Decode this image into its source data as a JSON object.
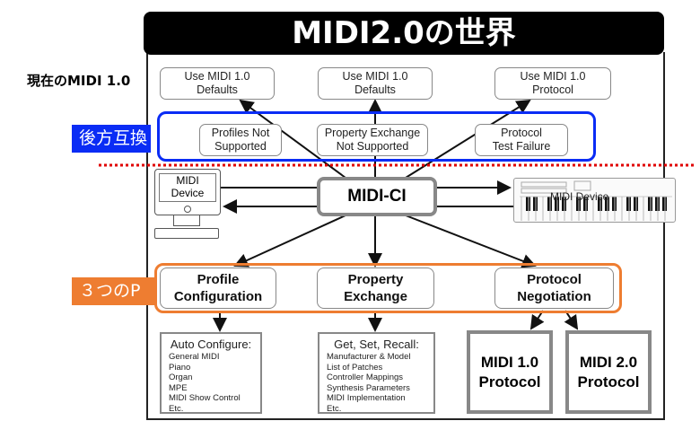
{
  "title": "MIDI2.0の世界",
  "current_label": "現在のMIDI 1.0",
  "backward_label": "後方互換",
  "three_p_label": "３つのP",
  "colors": {
    "blue": "#0a2cf5",
    "orange": "#ee7d31",
    "red_dotted": "#e00000"
  },
  "defaults": [
    {
      "l1": "Use MIDI 1.0",
      "l2": "Defaults"
    },
    {
      "l1": "Use MIDI 1.0",
      "l2": "Defaults"
    },
    {
      "l1": "Use MIDI 1.0",
      "l2": "Protocol"
    }
  ],
  "fallbacks": [
    {
      "l1": "Profiles Not",
      "l2": "Supported"
    },
    {
      "l1": "Property Exchange",
      "l2": "Not Supported"
    },
    {
      "l1": "Protocol",
      "l2": "Test Failure"
    }
  ],
  "center": "MIDI-CI",
  "device_left": {
    "l1": "MIDI",
    "l2": "Device"
  },
  "device_right": "MIDI Device",
  "three_p": [
    {
      "l1": "Profile",
      "l2": "Configuration"
    },
    {
      "l1": "Property",
      "l2": "Exchange"
    },
    {
      "l1": "Protocol",
      "l2": "Negotiation"
    }
  ],
  "auto_configure": {
    "heading": "Auto Configure:",
    "items": [
      "General MIDI",
      "Piano",
      "Organ",
      "MPE",
      "MIDI Show Control",
      "Etc."
    ]
  },
  "get_set": {
    "heading": "Get, Set, Recall:",
    "items": [
      "Manufacturer & Model",
      "List of Patches",
      "Controller Mappings",
      "Synthesis Parameters",
      "MIDI Implementation",
      "Etc."
    ]
  },
  "protocols": [
    {
      "l1": "MIDI 1.0",
      "l2": "Protocol"
    },
    {
      "l1": "MIDI 2.0",
      "l2": "Protocol"
    }
  ]
}
